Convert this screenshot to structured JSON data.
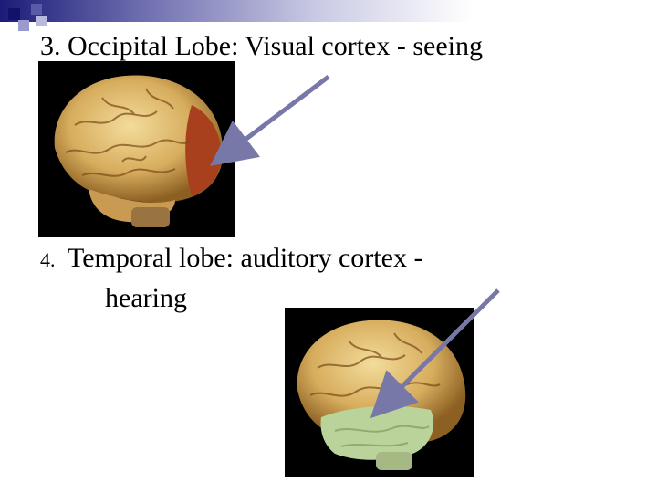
{
  "slide": {
    "heading": "3. Occipital Lobe:  Visual cortex - seeing",
    "item": {
      "number": "4.",
      "line1": "Temporal lobe:  auditory cortex -",
      "line2": "hearing"
    }
  },
  "images": {
    "occipital": {
      "label": "brain-occipital-highlight",
      "highlight_color": "#a8401e"
    },
    "temporal": {
      "label": "brain-temporal-highlight",
      "highlight_color": "#b9d39a"
    }
  },
  "theme": {
    "arrow_color": "#7777a8",
    "bar_dark": "#1c1c78"
  }
}
